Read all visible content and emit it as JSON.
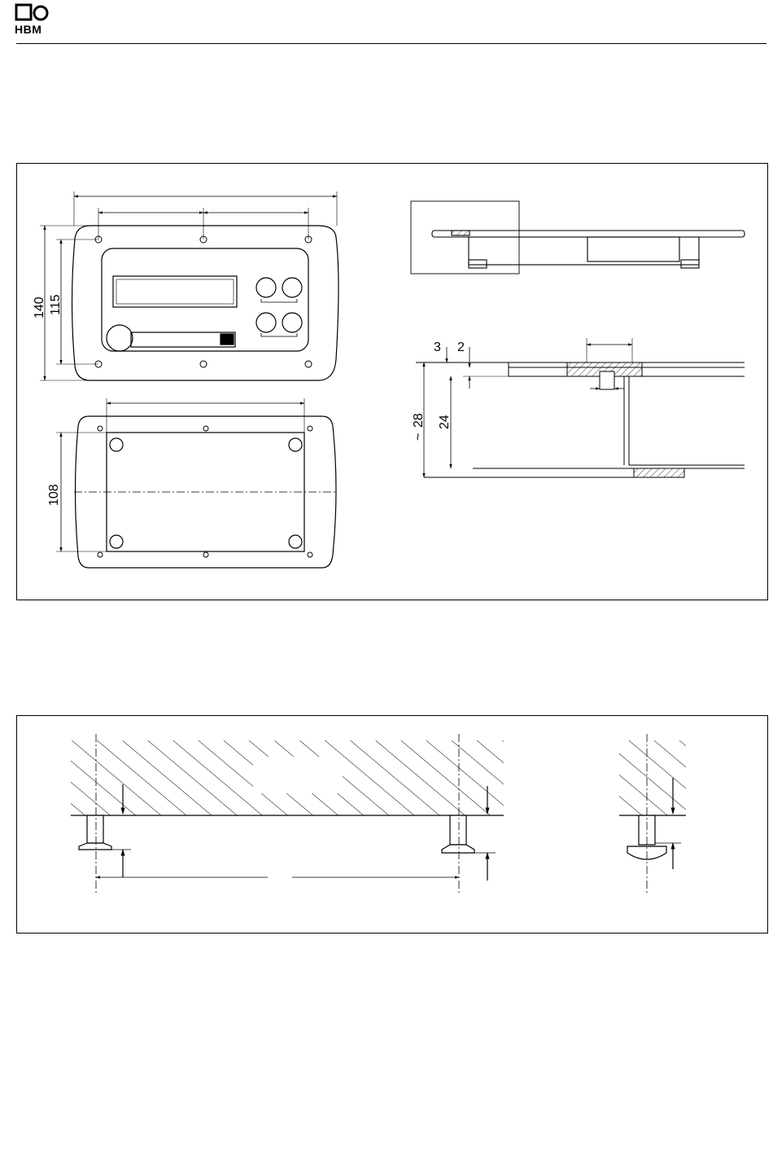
{
  "header": {
    "brand": "HBM"
  },
  "dimension_drawing": {
    "front_view": {
      "overall_height": "140",
      "hole_spacing_height": "115"
    },
    "rear_view": {
      "cutout_height": "108"
    },
    "side_section": {
      "panel_thickness": "3",
      "ledge_thickness": "2",
      "depth_total": "28",
      "depth_inner": "24",
      "approx_prefix": "~"
    }
  }
}
